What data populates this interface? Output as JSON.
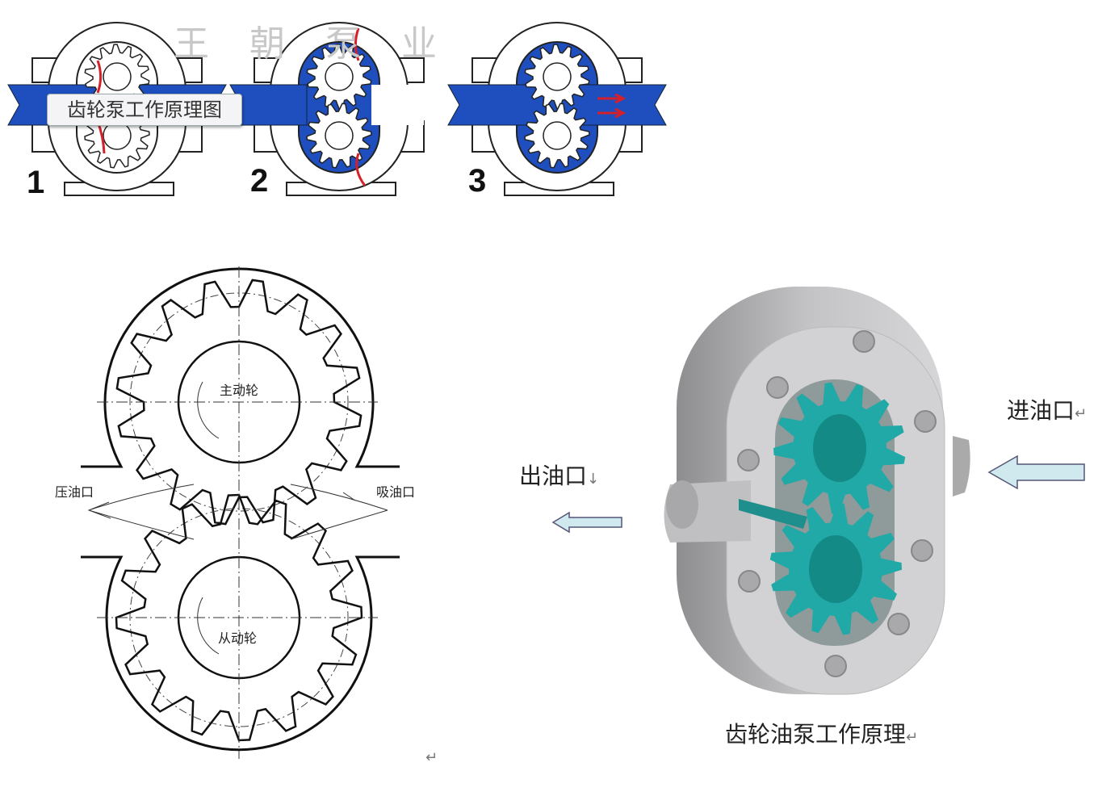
{
  "top_panel": {
    "caption": "齿轮泵工作原理图",
    "watermark": "王朝泵业",
    "steps": [
      "1",
      "2",
      "3"
    ]
  },
  "schematic": {
    "drive_gear": "主动轮",
    "driven_gear": "从动轮",
    "pressure_port": "压油口",
    "suction_port": "吸油口",
    "return_mark": "↵"
  },
  "model": {
    "outlet": "出油口",
    "outlet_mark": "↓",
    "inlet": "进油口",
    "inlet_mark": "↵",
    "title": "齿轮油泵工作原理",
    "title_mark": "↵"
  },
  "colors": {
    "band_blue": "#1f4fbf",
    "arrow_red": "#d4202a",
    "teal": "#20a9a6",
    "grey": "#b9b9bb",
    "arrow_fill": "#cfe9ee"
  }
}
